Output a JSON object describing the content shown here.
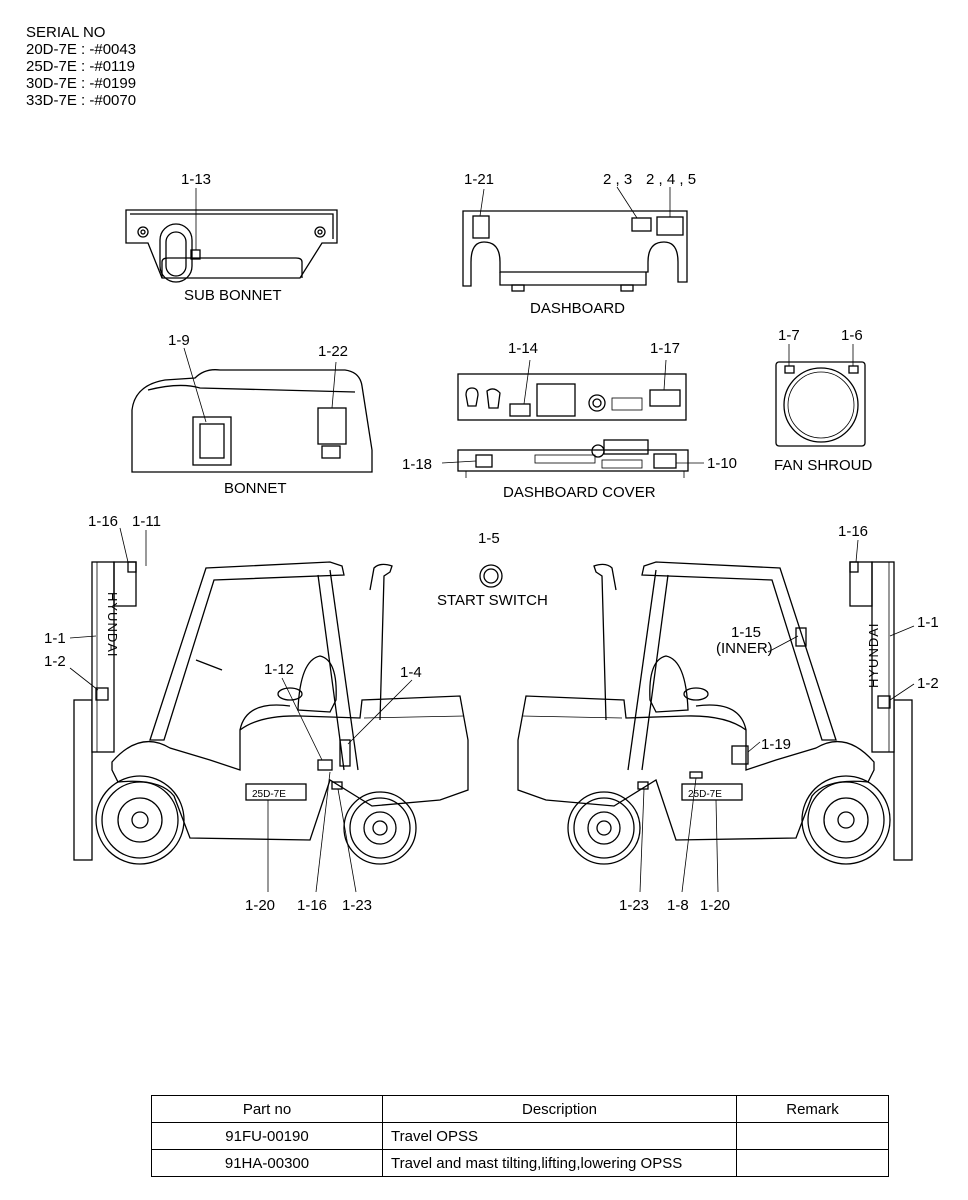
{
  "serial": {
    "title": "SERIAL NO",
    "lines": [
      "20D-7E : -#0043",
      "25D-7E : -#0119",
      "30D-7E : -#0199",
      "33D-7E : -#0070"
    ]
  },
  "captions": {
    "sub_bonnet": "SUB BONNET",
    "dashboard": "DASHBOARD",
    "bonnet": "BONNET",
    "dashboard_cover": "DASHBOARD COVER",
    "fan_shroud": "FAN SHROUD",
    "start_switch": "START SWITCH"
  },
  "callouts": {
    "c1_13": "1-13",
    "c1_21": "1-21",
    "c2_3": "2 , 3",
    "c2_4_5": "2 , 4 , 5",
    "c1_9": "1-9",
    "c1_22": "1-22",
    "c1_14": "1-14",
    "c1_17": "1-17",
    "c1_7": "1-7",
    "c1_6": "1-6",
    "c1_18": "1-18",
    "c1_10": "1-10",
    "c1_5": "1-5",
    "l_1_16": "1-16",
    "l_1_11": "1-11",
    "l_1_1": "1-1",
    "l_1_2": "1-2",
    "l_1_12": "1-12",
    "l_1_4": "1-4",
    "l_b_1_20": "1-20",
    "l_b_1_16": "1-16",
    "l_b_1_23": "1-23",
    "r_1_16": "1-16",
    "r_1_1": "1-1",
    "r_1_2": "1-2",
    "r_1_15": "1-15",
    "r_inner": "(INNER)",
    "r_1_19": "1-19",
    "r_b_1_23": "1-23",
    "r_b_1_8": "1-8",
    "r_b_1_20": "1-20"
  },
  "decals": {
    "brand": "HYUNDAI",
    "model_left": "25D-7E",
    "model_right": "25D-7E"
  },
  "table": {
    "headers": [
      "Part no",
      "Description",
      "Remark"
    ],
    "rows": [
      {
        "part_no": "91FU-00190",
        "description": "Travel OPSS",
        "remark": ""
      },
      {
        "part_no": "91HA-00300",
        "description": "Travel and mast tilting,lifting,lowering OPSS",
        "remark": ""
      }
    ]
  }
}
